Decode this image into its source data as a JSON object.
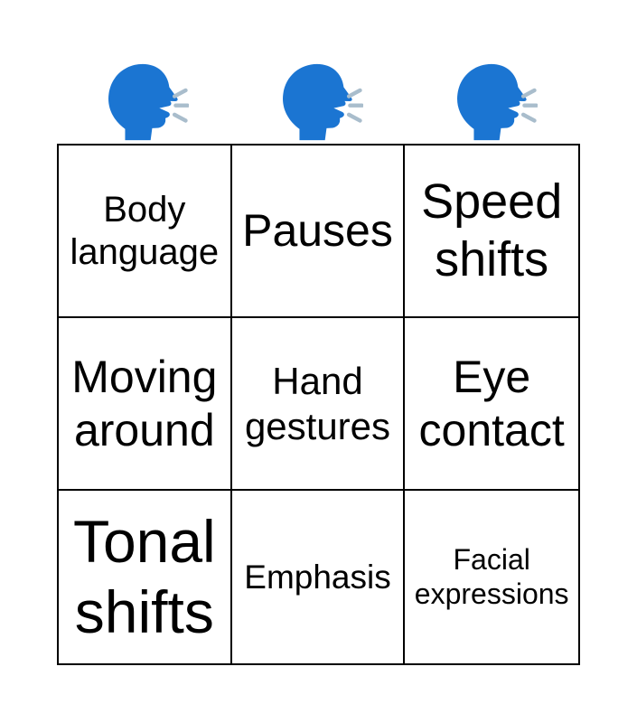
{
  "header": {
    "icons": [
      {
        "name": "talking-head-icon"
      },
      {
        "name": "talking-head-icon"
      },
      {
        "name": "talking-head-icon"
      }
    ]
  },
  "card": {
    "rows": 3,
    "cols": 3,
    "cells": [
      {
        "label": "Body language"
      },
      {
        "label": "Pauses"
      },
      {
        "label": "Speed shifts"
      },
      {
        "label": "Moving around"
      },
      {
        "label": "Hand gestures"
      },
      {
        "label": "Eye contact"
      },
      {
        "label": "Tonal shifts"
      },
      {
        "label": "Emphasis"
      },
      {
        "label": "Facial expressions"
      }
    ]
  },
  "colors": {
    "head_blue": "#1B75D2",
    "speech_lines": "#A9BDCC",
    "grid_border": "#000000",
    "text": "#000000",
    "background": "#FFFFFF"
  }
}
